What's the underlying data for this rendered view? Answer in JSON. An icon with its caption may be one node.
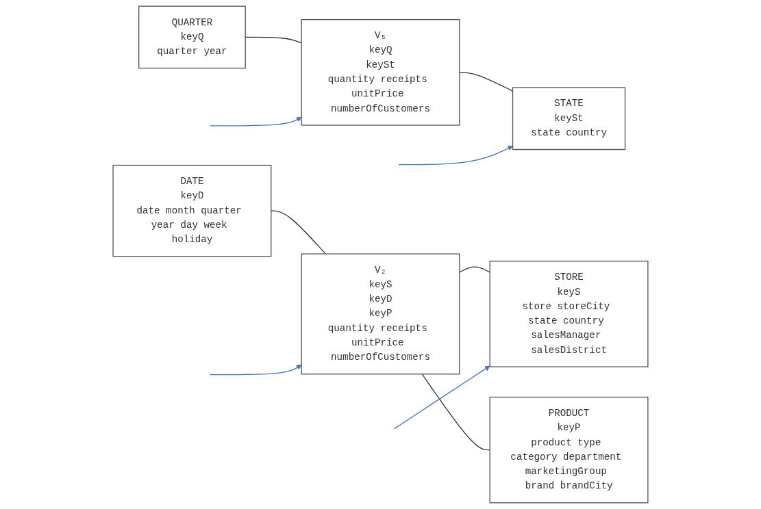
{
  "diagram": {
    "nodes": [
      {
        "text": [
          "QUARTER",
          "keyQ",
          "quarter year"
        ]
      },
      {
        "text": [
          "V₅",
          "keyQ",
          "keySt",
          "quantity receipts unitPrice numberOfCustomers"
        ]
      },
      {
        "text": [
          "STATE",
          "keySt",
          "state country"
        ]
      },
      {
        "text": [
          "STORE",
          "keyS",
          "store storeCity state country salesManager salesDistrict"
        ]
      },
      {
        "text": [
          "DATE",
          "keyD",
          "date month quarter year day week holiday"
        ]
      },
      {
        "text": [
          "V₂",
          "keyS",
          "keyD",
          "keyP",
          "quantity receipts unitPrice numberOfCustomers"
        ]
      },
      {
        "text": [
          "PRODUCT",
          "keyP",
          "product type category department marketingGroup brand brandCity"
        ]
      }
    ],
    "edges": [
      {
        "from": 0,
        "to": 1,
        "arrow": "none"
      },
      {
        "from": 1,
        "to": 2,
        "arrow": "none"
      },
      {
        "from": 5,
        "to": 3,
        "arrow": "none"
      },
      {
        "from": 4,
        "to": 5,
        "arrow": "none"
      },
      {
        "from": 5,
        "to": 6,
        "arrow": "none"
      },
      {
        "from": null,
        "to": 1,
        "arrow": "to",
        "color": "#4472c4"
      },
      {
        "from": null,
        "to": 5,
        "arrow": "to",
        "color": "#4472c4"
      },
      {
        "from": null,
        "to": 2,
        "arrow": "to",
        "color": "#4472c4"
      },
      {
        "from": null,
        "to": 3,
        "arrow": "to",
        "color": "#4472c4"
      }
    ]
  }
}
